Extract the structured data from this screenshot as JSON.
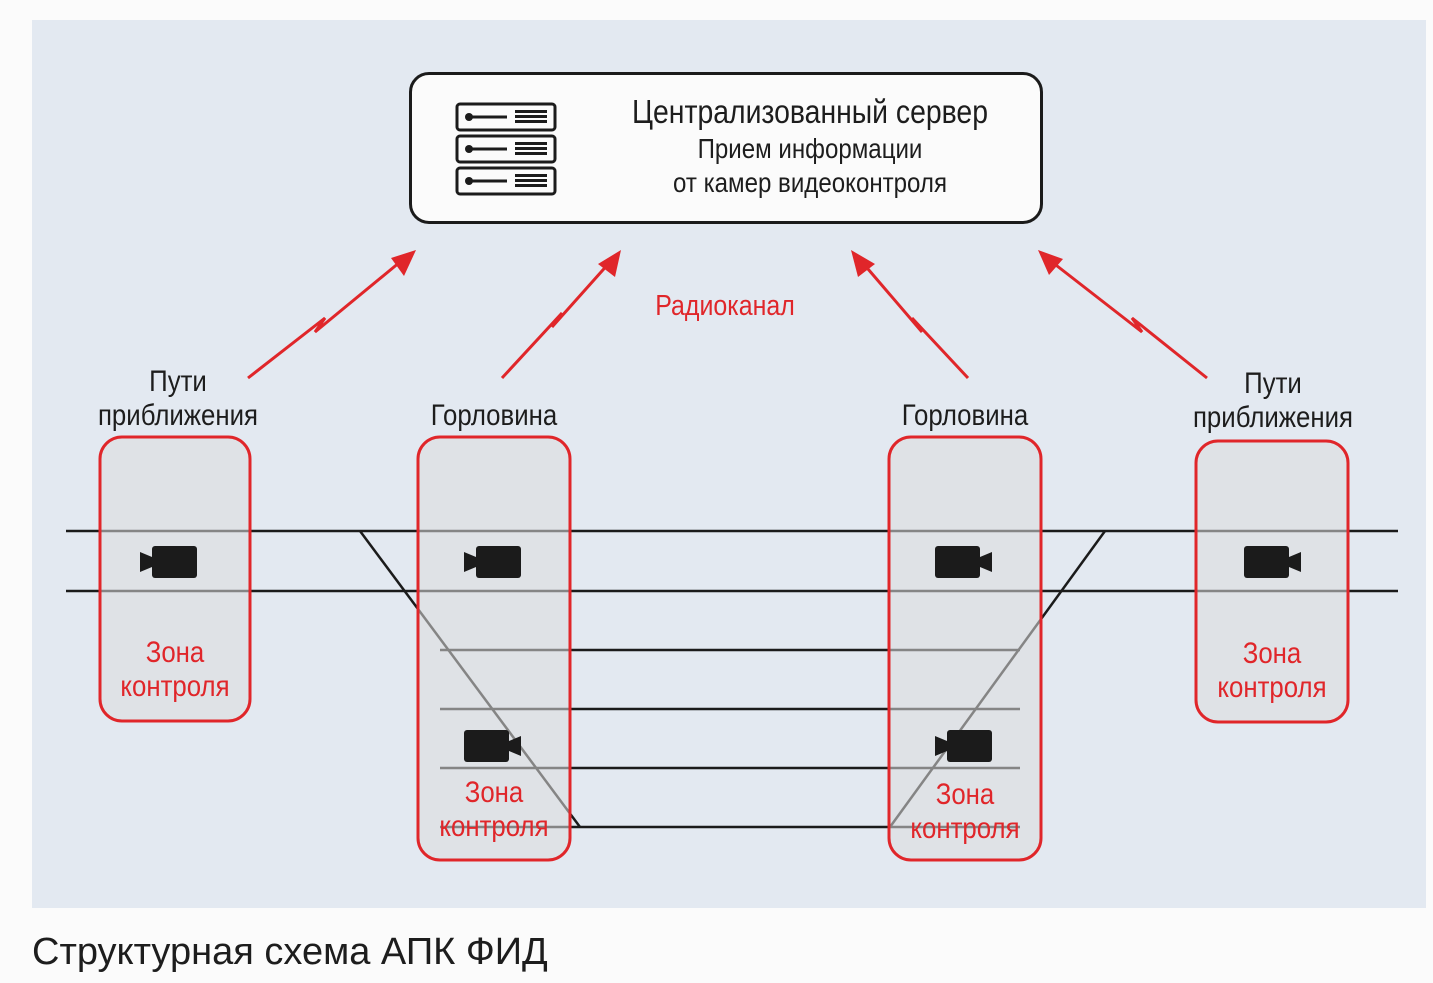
{
  "server": {
    "title": "Централизованный сервер",
    "line1": "Прием информации",
    "line2": "от камер видеоконтроля",
    "icon": "server-rack-icon"
  },
  "radio_label": "Радиоканал",
  "stations": [
    {
      "title_line1": "Пути",
      "title_line2": "приближения",
      "zone_line1": "Зона",
      "zone_line2": "контроля"
    },
    {
      "title_line1": "Горловина",
      "zone_line1": "Зона",
      "zone_line2": "контроля"
    },
    {
      "title_line1": "Горловина",
      "zone_line1": "Зона",
      "zone_line2": "контроля"
    },
    {
      "title_line1": "Пути",
      "title_line2": "приближения",
      "zone_line1": "Зона",
      "zone_line2": "контроля"
    }
  ],
  "camera_icon": "video-camera-icon",
  "caption": "Структурная схема АПК ФИД",
  "colors": {
    "accent": "#e0262a",
    "background": "#e3e9f1",
    "zone_fill": "#dddddd",
    "line": "#1b1b1b"
  }
}
